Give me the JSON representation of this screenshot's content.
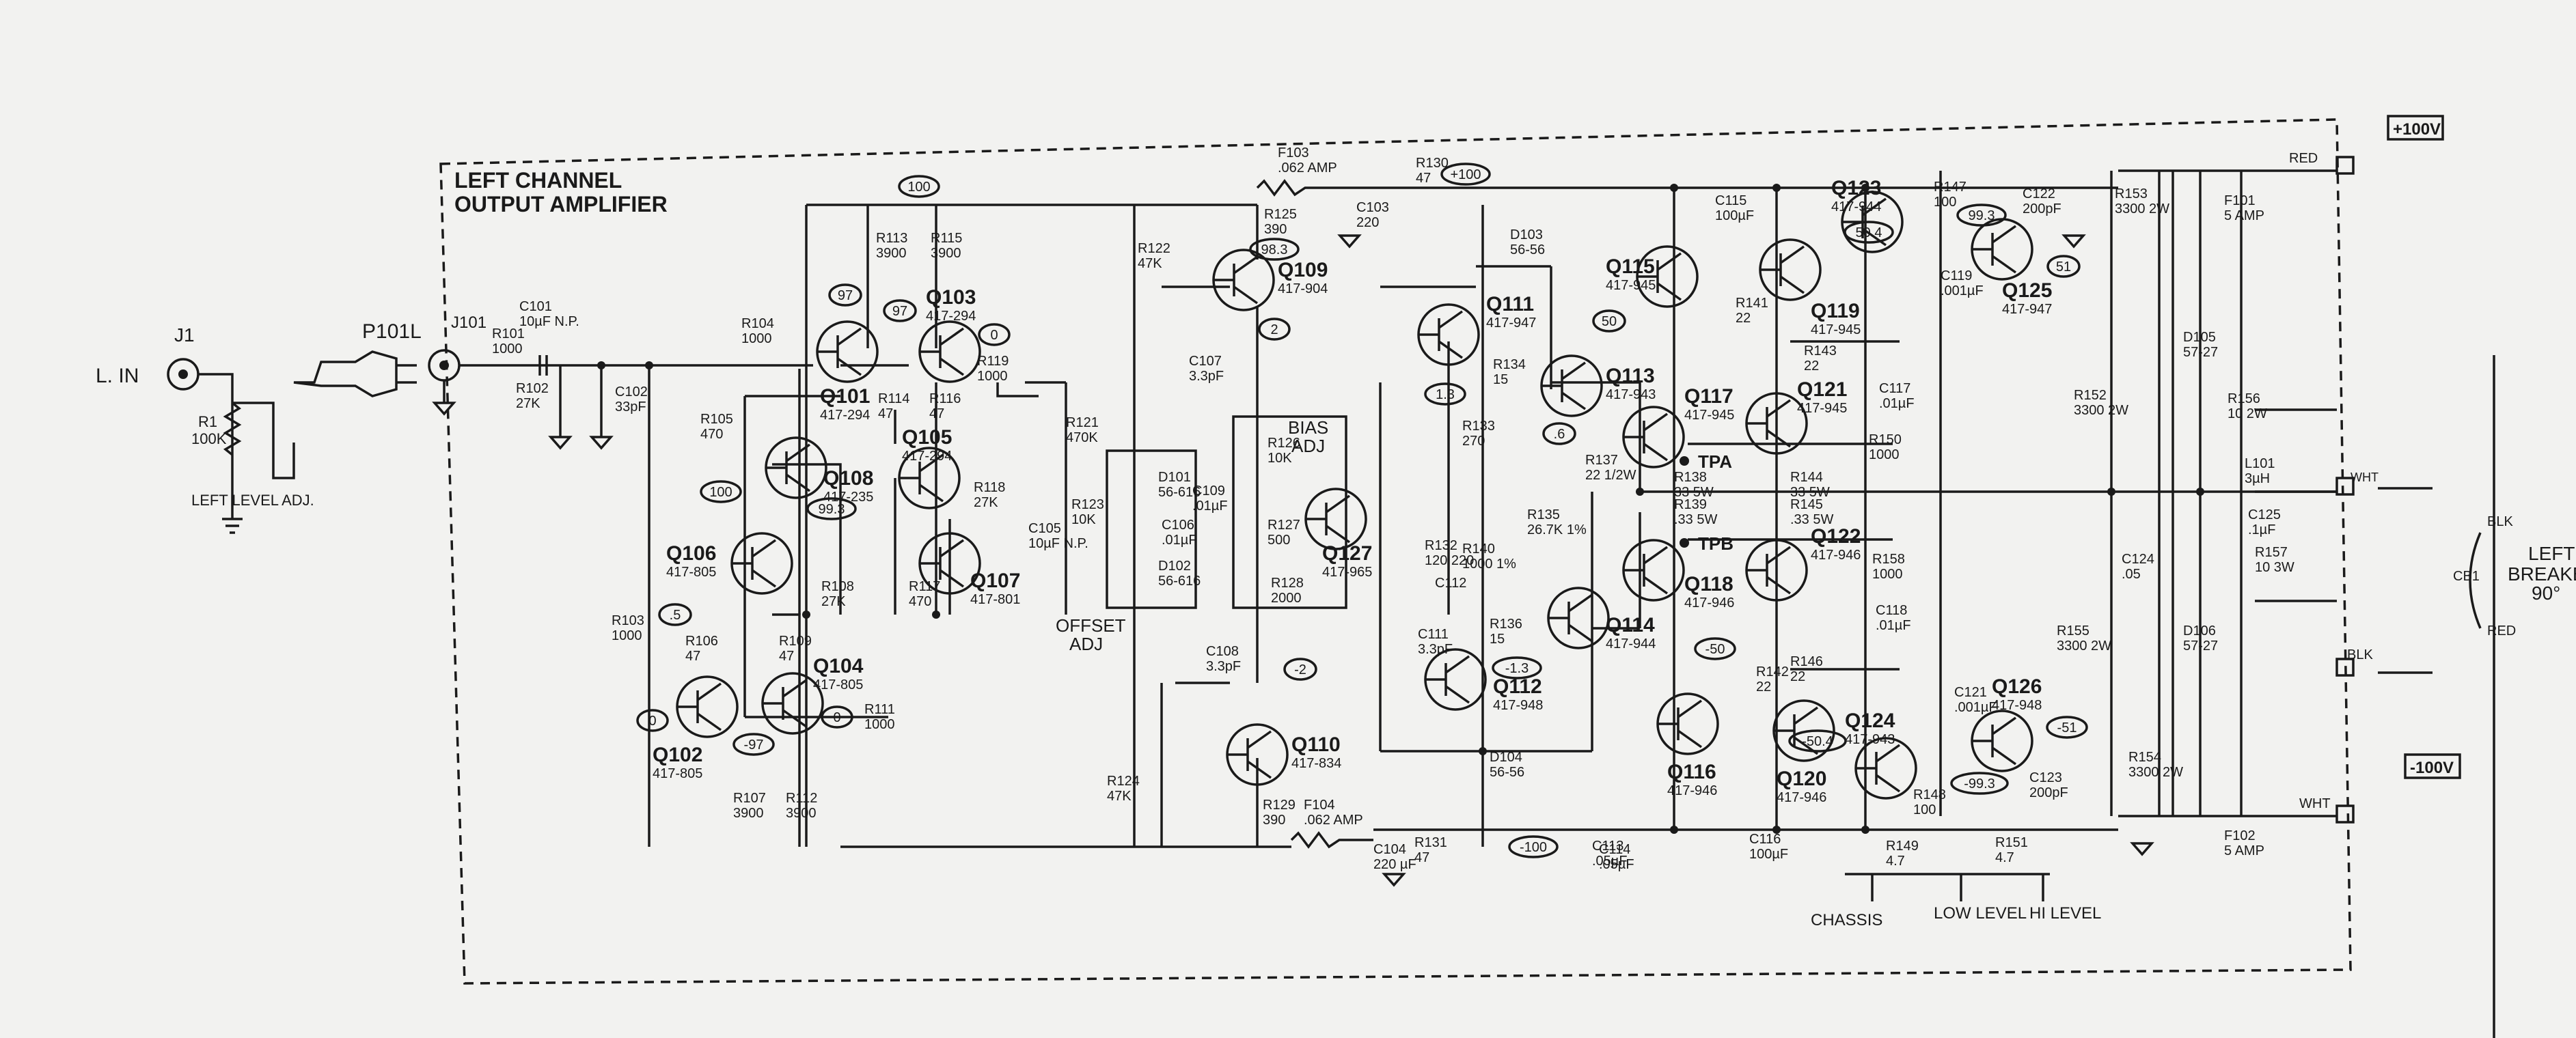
{
  "title": [
    "LEFT CHANNEL",
    "OUTPUT AMPLIFIER"
  ],
  "input": {
    "label": "L. IN",
    "jack": "J1",
    "plug": "P101L",
    "jack2": "J101"
  },
  "level_adj": {
    "name": "R1",
    "value": "100K",
    "caption": "LEFT LEVEL ADJ."
  },
  "offset_adj": [
    "OFFSET",
    "ADJ"
  ],
  "bias_adj": [
    "BIAS",
    "ADJ"
  ],
  "test_points": [
    "TPA",
    "TPB"
  ],
  "rails": {
    "pos": "+100V",
    "neg": "-100V",
    "pos_wire": "RED",
    "neg_wire": "WHT"
  },
  "grounds": [
    "CHASSIS",
    "LOW LEVEL",
    "HI LEVEL"
  ],
  "output_labels": [
    "WHT",
    "BLK",
    "RED",
    "CB1",
    "LEFT",
    "BREAKER",
    "90°"
  ],
  "voltages": [
    "100",
    "97",
    "97",
    "0",
    "100",
    "99.3",
    ".5",
    "-97",
    "0",
    "0",
    "98.3",
    "2",
    "1.3",
    ".6",
    "50",
    "50.4",
    "99.3",
    "51",
    "-2",
    "-1.3",
    "-50",
    "-50.4",
    "-99.3",
    "-51",
    "-100",
    "+100"
  ],
  "transistors": [
    {
      "name": "Q101",
      "part": "417-294"
    },
    {
      "name": "Q103",
      "part": "417-294"
    },
    {
      "name": "Q105",
      "part": "417-294"
    },
    {
      "name": "Q108",
      "part": "417-235"
    },
    {
      "name": "Q106",
      "part": "417-805"
    },
    {
      "name": "Q107",
      "part": "417-801"
    },
    {
      "name": "Q102",
      "part": "417-805"
    },
    {
      "name": "Q104",
      "part": "417-805"
    },
    {
      "name": "Q109",
      "part": "417-904"
    },
    {
      "name": "Q110",
      "part": "417-834"
    },
    {
      "name": "Q127",
      "part": "417-965"
    },
    {
      "name": "Q111",
      "part": "417-947"
    },
    {
      "name": "Q112",
      "part": "417-948"
    },
    {
      "name": "Q113",
      "part": "417-943"
    },
    {
      "name": "Q114",
      "part": "417-944"
    },
    {
      "name": "Q115",
      "part": "417-945"
    },
    {
      "name": "Q116",
      "part": "417-946"
    },
    {
      "name": "Q117",
      "part": "417-945"
    },
    {
      "name": "Q118",
      "part": "417-946"
    },
    {
      "name": "Q119",
      "part": "417-945"
    },
    {
      "name": "Q121",
      "part": "417-945"
    },
    {
      "name": "Q122",
      "part": "417-946"
    },
    {
      "name": "Q120",
      "part": "417-946"
    },
    {
      "name": "Q123",
      "part": "417-944"
    },
    {
      "name": "Q124",
      "part": "417-943"
    },
    {
      "name": "Q125",
      "part": "417-947"
    },
    {
      "name": "Q126",
      "part": "417-948"
    }
  ],
  "components": [
    {
      "name": "R101",
      "value": "1000"
    },
    {
      "name": "C101",
      "value": "10µF N.P."
    },
    {
      "name": "R102",
      "value": "27K"
    },
    {
      "name": "C102",
      "value": "33pF"
    },
    {
      "name": "R104",
      "value": "1000"
    },
    {
      "name": "R113",
      "value": "3900"
    },
    {
      "name": "R115",
      "value": "3900"
    },
    {
      "name": "R114",
      "value": "47"
    },
    {
      "name": "R116",
      "value": "47"
    },
    {
      "name": "R105",
      "value": "470"
    },
    {
      "name": "R119",
      "value": "1000"
    },
    {
      "name": "R118",
      "value": "27K"
    },
    {
      "name": "R108",
      "value": "27K"
    },
    {
      "name": "R117",
      "value": "470"
    },
    {
      "name": "R103",
      "value": "1000"
    },
    {
      "name": "R106",
      "value": "47"
    },
    {
      "name": "R109",
      "value": "47"
    },
    {
      "name": "R111",
      "value": "1000"
    },
    {
      "name": "R107",
      "value": "3900"
    },
    {
      "name": "R112",
      "value": "3900"
    },
    {
      "name": "R121",
      "value": "470K"
    },
    {
      "name": "R122",
      "value": "47K"
    },
    {
      "name": "R123",
      "value": "10K"
    },
    {
      "name": "C105",
      "value": "10µF N.P."
    },
    {
      "name": "D101",
      "value": "56-616"
    },
    {
      "name": "D102",
      "value": "56-616"
    },
    {
      "name": "C106",
      "value": ".01µF"
    },
    {
      "name": "C109",
      "value": ".01µF"
    },
    {
      "name": "F103",
      "value": ".062 AMP"
    },
    {
      "name": "R125",
      "value": "390"
    },
    {
      "name": "C107",
      "value": "3.3pF"
    },
    {
      "name": "R126",
      "value": "10K"
    },
    {
      "name": "R127",
      "value": "500"
    },
    {
      "name": "R128",
      "value": "2000"
    },
    {
      "name": "C108",
      "value": "3.3pF"
    },
    {
      "name": "R124",
      "value": "47K"
    },
    {
      "name": "R129",
      "value": "390"
    },
    {
      "name": "F104",
      "value": ".062 AMP"
    },
    {
      "name": "C103",
      "value": "220"
    },
    {
      "name": "R130",
      "value": "47"
    },
    {
      "name": "C104",
      "value": "220 µF"
    },
    {
      "name": "R131",
      "value": "47"
    },
    {
      "name": "C113",
      "value": ".05µF"
    },
    {
      "name": "C114",
      "value": ".05µF"
    },
    {
      "name": "D103",
      "value": "56-56"
    },
    {
      "name": "D104",
      "value": "56-56"
    },
    {
      "name": "R134",
      "value": "15"
    },
    {
      "name": "R133",
      "value": "270"
    },
    {
      "name": "R132",
      "value": "120 220"
    },
    {
      "name": "R140",
      "value": "1000 1%"
    },
    {
      "name": "C112",
      "value": ""
    },
    {
      "name": "C111",
      "value": "3.3pF"
    },
    {
      "name": "R135",
      "value": "26.7K 1%"
    },
    {
      "name": "R136",
      "value": "15"
    },
    {
      "name": "R137",
      "value": "22 1/2W"
    },
    {
      "name": "R141",
      "value": "22"
    },
    {
      "name": "R142",
      "value": "22"
    },
    {
      "name": "R143",
      "value": "22"
    },
    {
      "name": "R146",
      "value": "22"
    },
    {
      "name": "R138",
      "value": "33 5W"
    },
    {
      "name": "R139",
      "value": ".33 5W"
    },
    {
      "name": "R144",
      "value": "33 5W"
    },
    {
      "name": "R145",
      "value": ".33 5W"
    },
    {
      "name": "C115",
      "value": "100µF"
    },
    {
      "name": "C116",
      "value": "100µF"
    },
    {
      "name": "R147",
      "value": "100"
    },
    {
      "name": "R148",
      "value": "100"
    },
    {
      "name": "C119",
      "value": ".001µF"
    },
    {
      "name": "C121",
      "value": ".001µF"
    },
    {
      "name": "C122",
      "value": "200pF"
    },
    {
      "name": "C123",
      "value": "200pF"
    },
    {
      "name": "C117",
      "value": ".01µF"
    },
    {
      "name": "C118",
      "value": ".01µF"
    },
    {
      "name": "R150",
      "value": "1000"
    },
    {
      "name": "R158",
      "value": "1000"
    },
    {
      "name": "R153",
      "value": "3300 2W"
    },
    {
      "name": "R152",
      "value": "3300 2W"
    },
    {
      "name": "R155",
      "value": "3300 2W"
    },
    {
      "name": "R154",
      "value": "3300 2W"
    },
    {
      "name": "C124",
      "value": ".05"
    },
    {
      "name": "R149",
      "value": "4.7"
    },
    {
      "name": "R151",
      "value": "4.7"
    },
    {
      "name": "F101",
      "value": "5 AMP"
    },
    {
      "name": "F102",
      "value": "5 AMP"
    },
    {
      "name": "D105",
      "value": "57-27"
    },
    {
      "name": "D106",
      "value": "57-27"
    },
    {
      "name": "R156",
      "value": "10 2W"
    },
    {
      "name": "L101",
      "value": "3µH"
    },
    {
      "name": "C125",
      "value": ".1µF"
    },
    {
      "name": "R157",
      "value": "10 3W"
    }
  ]
}
